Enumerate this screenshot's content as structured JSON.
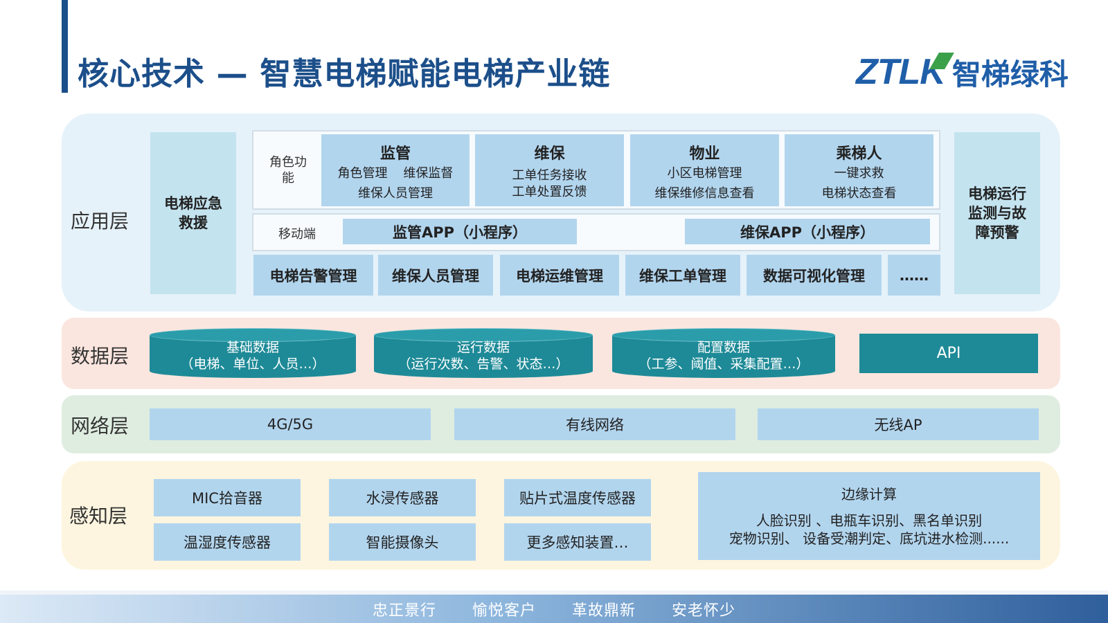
{
  "header": {
    "title": "核心技术 — 智慧电梯赋能电梯产业链",
    "logo_latin": "ZTLK",
    "logo_cn": "智梯绿科"
  },
  "app_layer": {
    "label": "应用层",
    "left_box": "电梯应急救援",
    "right_box": "电梯运行监测与故障预警",
    "role_label": "角色功能",
    "roles": [
      {
        "title": "监管",
        "lines": [
          "角色管理    维保监督",
          "维保人员管理"
        ]
      },
      {
        "title": "维保",
        "lines": [
          "工单任务接收",
          "工单处置反馈"
        ]
      },
      {
        "title": "物业",
        "lines": [
          "小区电梯管理",
          "维保维修信息查看"
        ]
      },
      {
        "title": "乘梯人",
        "lines": [
          "一键求救",
          "电梯状态查看"
        ]
      }
    ],
    "mobile_label": "移动端",
    "mobile_apps": [
      "监管APP（小程序）",
      "维保APP（小程序）"
    ],
    "modules": [
      "电梯告警管理",
      "维保人员管理",
      "电梯运维管理",
      "维保工单管理",
      "数据可视化管理",
      "……"
    ]
  },
  "data_layer": {
    "label": "数据层",
    "stores": [
      {
        "title": "基础数据",
        "detail": "（电梯、单位、人员…）"
      },
      {
        "title": "运行数据",
        "detail": "（运行次数、告警、状态…）"
      },
      {
        "title": "配置数据",
        "detail": "（工参、阈值、采集配置…）"
      }
    ],
    "api": "API"
  },
  "network_layer": {
    "label": "网络层",
    "items": [
      "4G/5G",
      "有线网络",
      "无线AP"
    ]
  },
  "sense_layer": {
    "label": "感知层",
    "devices": [
      "MIC拾音器",
      "水浸传感器",
      "贴片式温度传感器",
      "温湿度传感器",
      "智能摄像头",
      "更多感知装置…"
    ],
    "edge": {
      "title": "边缘计算",
      "line1": "人脸识别 、电瓶车识别、黑名单识别",
      "line2": "宠物识别、 设备受潮判定、底坑进水检测......"
    }
  },
  "footer": {
    "mottos": [
      "忠正景行",
      "愉悦客户",
      "革故鼎新",
      "安老怀少"
    ]
  },
  "colors": {
    "title_blue": "#1c4f8a",
    "box_blue": "#b2d5ee",
    "teal": "#1e8a97",
    "logo_green": "#3aa14a"
  }
}
